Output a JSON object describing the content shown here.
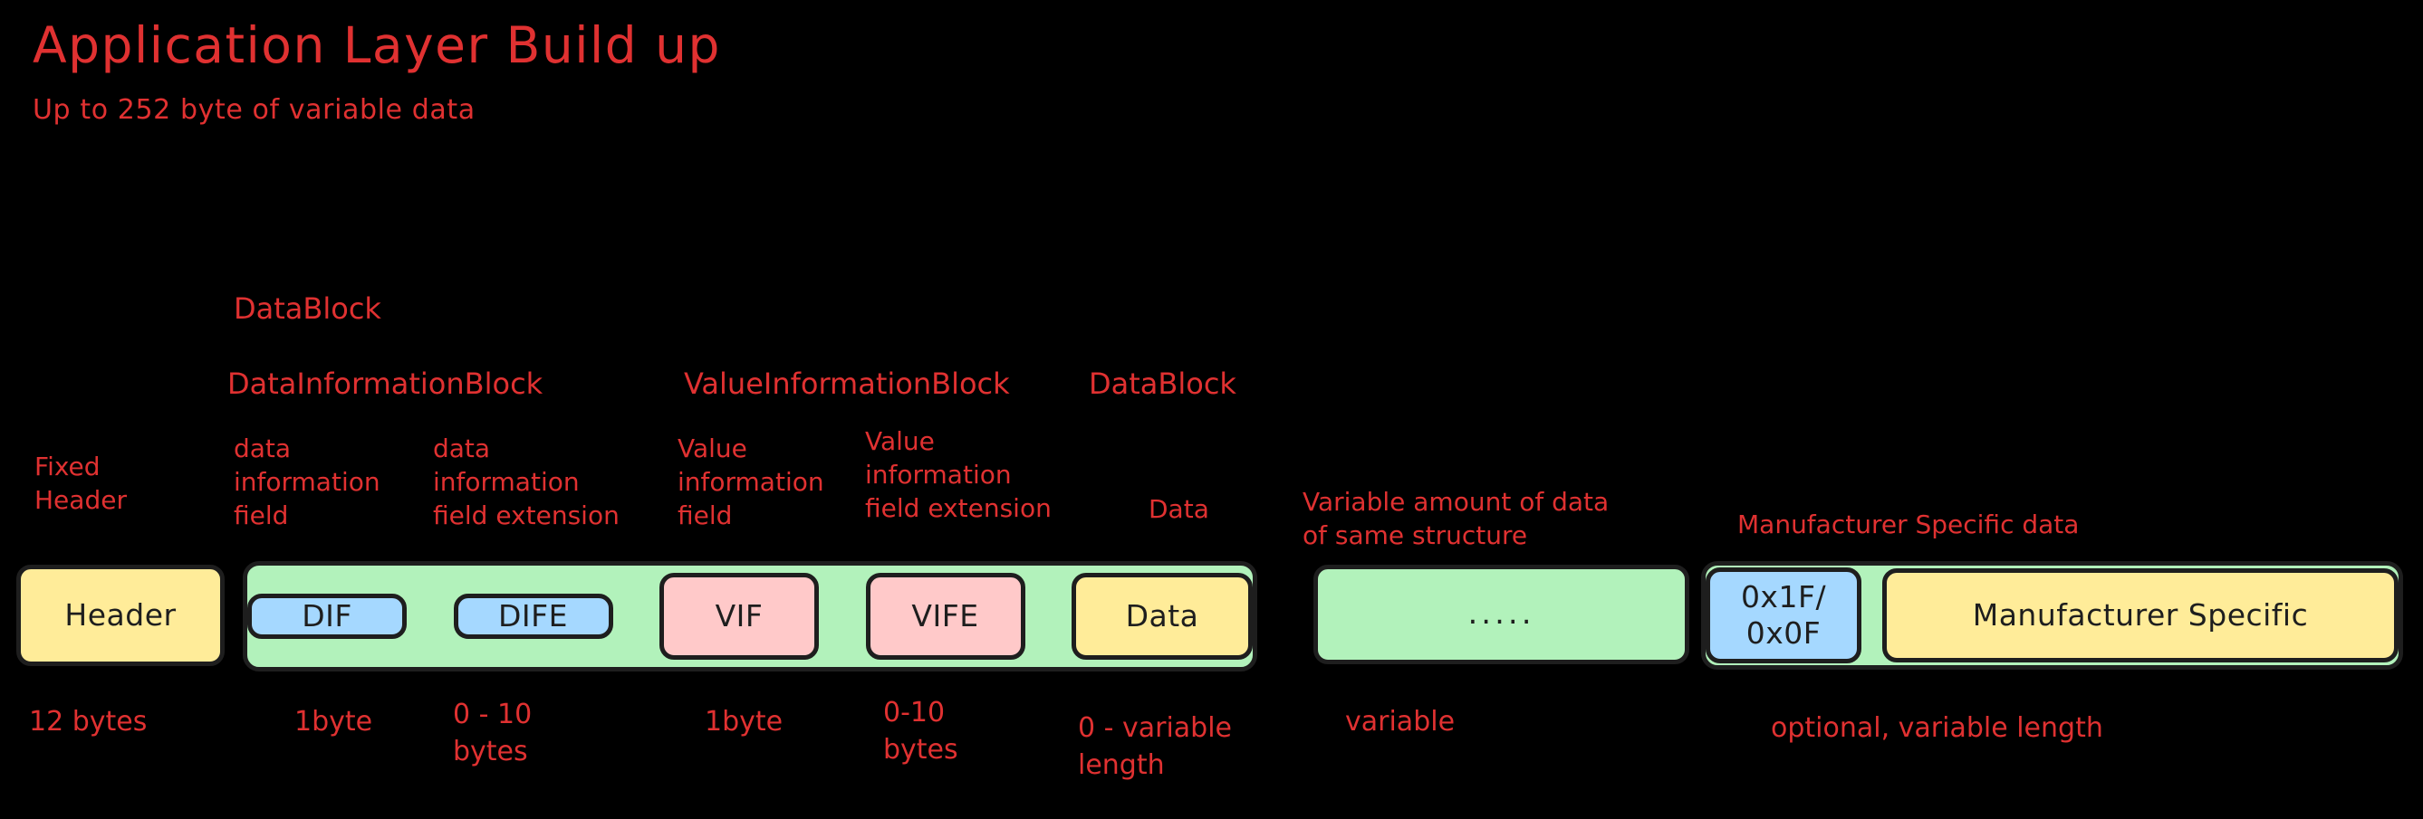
{
  "title": "Application Layer Build up",
  "subtitle": "Up to 252 byte of variable data",
  "colors": {
    "accent_red": "#e03131",
    "ink": "#1e1e1e",
    "background": "#000000",
    "yellow": "#ffec99",
    "blue": "#a5d8ff",
    "pink": "#ffc9c9",
    "green": "#b2f2bb"
  },
  "group_labels": {
    "datablock_top": "DataBlock",
    "datainformationblock": "DataInformationBlock",
    "valueinformationblock": "ValueInformationBlock",
    "datablock_right": "DataBlock"
  },
  "field_notes": {
    "header": "Fixed\nHeader",
    "dif": "data\ninformation\nfield",
    "dife": "data\ninformation\nfield extension",
    "vif": "Value\ninformation\nfield",
    "vife": "Value\ninformation\nfield extension",
    "data": "Data",
    "ellipsis": "Variable amount of data\nof same structure",
    "manufacturer": "Manufacturer Specific data"
  },
  "boxes": {
    "header": "Header",
    "dif": "DIF",
    "dife": "DIFE",
    "vif": "VIF",
    "vife": "VIFE",
    "data": "Data",
    "ellipsis": ".....",
    "hexid": "0x1F/\n0x0F",
    "manufacturer": "Manufacturer Specific"
  },
  "sizes": {
    "header": "12 bytes",
    "dif": "1byte",
    "dife": "0 - 10\nbytes",
    "vif": "1byte",
    "vife": "0-10\nbytes",
    "data": "0 - variable\nlength",
    "ellipsis": "variable",
    "manufacturer": "optional, variable length"
  }
}
